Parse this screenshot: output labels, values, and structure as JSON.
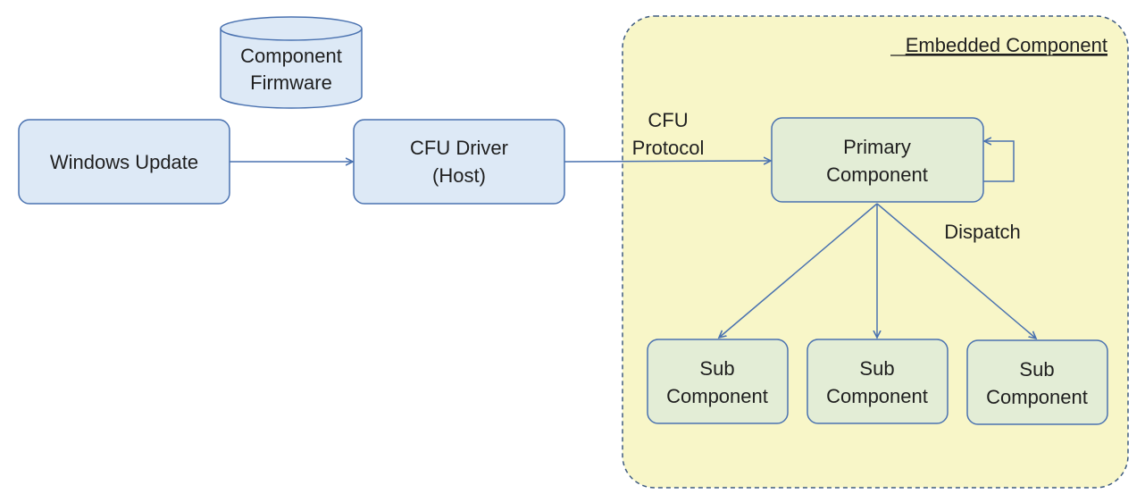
{
  "colors": {
    "host_box_fill": "#dde9f6",
    "host_box_stroke": "#4a72b0",
    "component_box_fill": "#e3edd6",
    "component_box_stroke": "#4a72b0",
    "region_fill": "#f8f6c8",
    "region_stroke": "#3d5a80",
    "arrow": "#4a72b0",
    "text": "#1f1f1f"
  },
  "region": {
    "title": "Embedded Component"
  },
  "nodes": {
    "firmware": {
      "line1": "Component",
      "line2": "Firmware",
      "icon": "database-cylinder-icon"
    },
    "windows_update": {
      "label": "Windows Update"
    },
    "cfu_driver": {
      "line1": "CFU Driver",
      "line2": "(Host)"
    },
    "primary": {
      "line1": "Primary",
      "line2": "Component"
    },
    "subs": [
      {
        "line1": "Sub",
        "line2": "Component"
      },
      {
        "line1": "Sub",
        "line2": "Component"
      },
      {
        "line1": "Sub",
        "line2": "Component"
      }
    ]
  },
  "edge_labels": {
    "protocol_line1": "CFU",
    "protocol_line2": "Protocol",
    "dispatch": "Dispatch"
  }
}
